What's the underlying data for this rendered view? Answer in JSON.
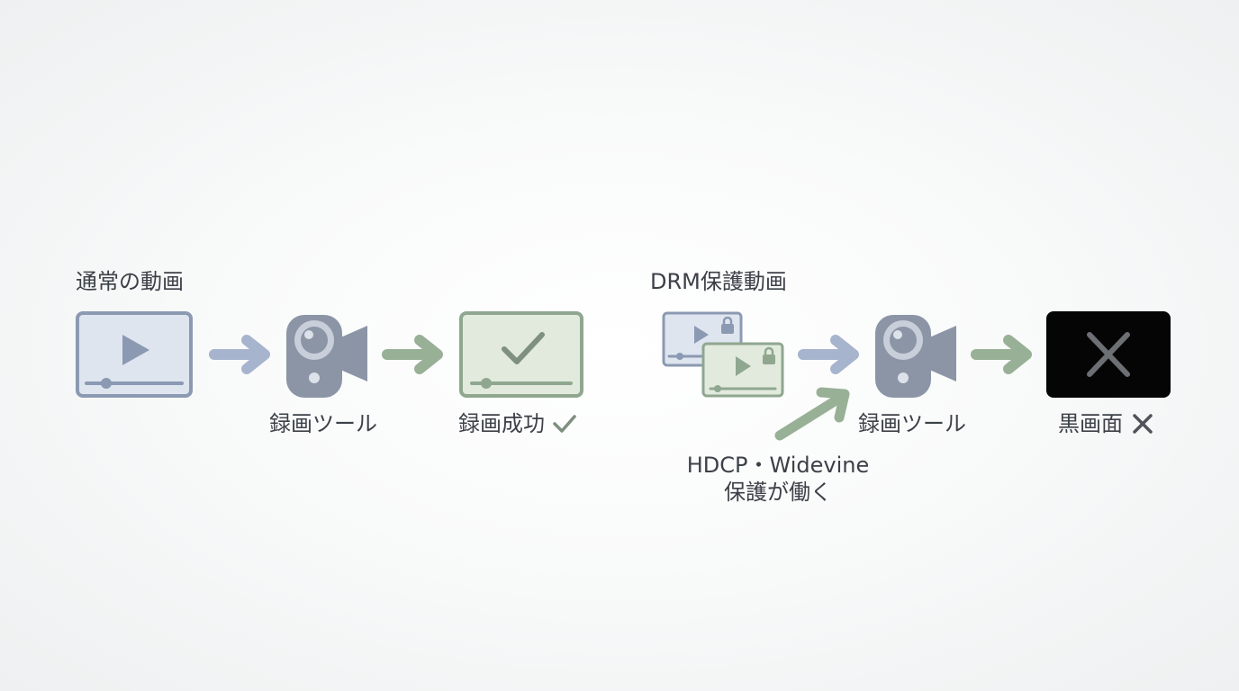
{
  "normal": {
    "title": "通常の動画",
    "tool_label": "録画ツール",
    "result_label": "録画成功"
  },
  "drm": {
    "title": "DRM保護動画",
    "tool_label": "録画ツール",
    "result_label": "黒画面",
    "protection_line1": "HDCP・Widevine",
    "protection_line2": "保護が働く"
  },
  "colors": {
    "blue_grey_fill": "#dfe5ef",
    "blue_grey_stroke": "#8b99b2",
    "green_fill": "#e2eade",
    "green_stroke": "#8fa78f",
    "arrow_blue": "#a6b4cd",
    "arrow_green": "#98b096",
    "camera": "#8b95a6",
    "black_screen": "#050505",
    "x_mark": "#6c6f73"
  },
  "icons": [
    "play-video-icon",
    "video-camera-icon",
    "check-screen-icon",
    "locked-video-icon",
    "black-screen-x-icon",
    "checkmark-icon",
    "x-mark-icon"
  ]
}
